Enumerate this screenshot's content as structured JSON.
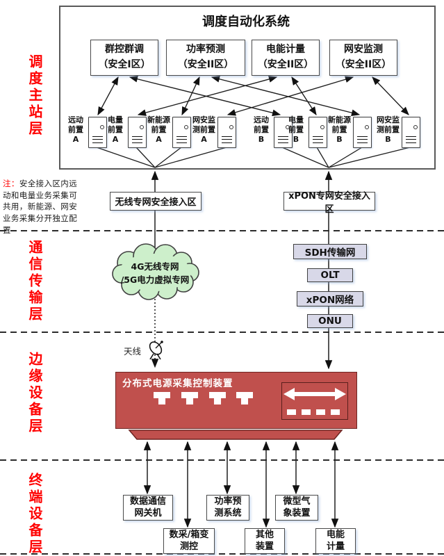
{
  "colors": {
    "accent_red": "#FF0000",
    "device_red": "#C0504D",
    "cloud_green": "#CDEFCB",
    "network_node_fill": "#D8D8E8",
    "line": "#1a1a1a"
  },
  "layer_labels": {
    "dispatch": "调度主站层",
    "comm": "通信传输层",
    "edge": "边缘设备层",
    "terminal": "终端设备层"
  },
  "main_station": {
    "title": "调度自动化系统",
    "function_boxes": [
      {
        "name": "群控群调",
        "zone": "（安全I区）"
      },
      {
        "name": "功率预测",
        "zone": "（安全II区）"
      },
      {
        "name": "电能计量",
        "zone": "（安全II区）"
      },
      {
        "name": "网安监测",
        "zone": "（安全II区）"
      }
    ],
    "servers": [
      {
        "l1": "远动",
        "l2": "前置",
        "l3": "A"
      },
      {
        "l1": "电量",
        "l2": "前置",
        "l3": "A"
      },
      {
        "l1": "新能源",
        "l2": "前置",
        "l3": "A"
      },
      {
        "l1": "网安监",
        "l2": "测前置",
        "l3": "A"
      },
      {
        "l1": "远动",
        "l2": "前置",
        "l3": "B"
      },
      {
        "l1": "电量",
        "l2": "前置",
        "l3": "B"
      },
      {
        "l1": "新能源",
        "l2": "前置",
        "l3": "B"
      },
      {
        "l1": "网安监",
        "l2": "测前置",
        "l3": "B"
      }
    ]
  },
  "note": {
    "prefix": "注：",
    "body": "安全接入区内远动和电量业务采集可共用，新能源、网安业务采集分开独立配置"
  },
  "access_zones": {
    "wireless": "无线专网安全接入区",
    "xpon": "xPON专网安全接入区"
  },
  "wireless_path": {
    "cloud_line1": "4G无线专网",
    "cloud_line2": "/5G电力虚拟专网",
    "antenna": "天线"
  },
  "xpon_path": {
    "nodes": [
      "SDH传输网",
      "OLT",
      "xPON网络",
      "ONU"
    ]
  },
  "edge_device": {
    "title": "分布式电源采集控制装置"
  },
  "terminals": [
    {
      "l1": "数据通信",
      "l2": "网关机"
    },
    {
      "l1": "数采/箱变",
      "l2": "测控"
    },
    {
      "l1": "功率预",
      "l2": "测系统"
    },
    {
      "l1": "其他",
      "l2": "装置"
    },
    {
      "l1": "微型气",
      "l2": "象装置"
    },
    {
      "l1": "电能",
      "l2": "计量"
    }
  ]
}
